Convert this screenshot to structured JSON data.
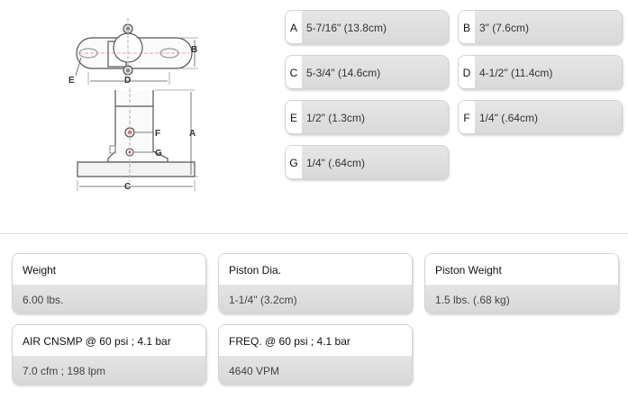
{
  "diagram": {
    "labels": {
      "A": "A",
      "B": "B",
      "C": "C",
      "D": "D",
      "E": "E",
      "F": "F",
      "G": "G"
    }
  },
  "dimensions": [
    {
      "letter": "A",
      "value": "5-7/16\" (13.8cm)"
    },
    {
      "letter": "B",
      "value": "3\" (7.6cm)"
    },
    {
      "letter": "C",
      "value": "5-3/4\" (14.6cm)"
    },
    {
      "letter": "D",
      "value": "4-1/2\" (11.4cm)"
    },
    {
      "letter": "E",
      "value": "1/2\" (1.3cm)"
    },
    {
      "letter": "F",
      "value": "1/4\" (.64cm)"
    },
    {
      "letter": "G",
      "value": "1/4\" (.64cm)"
    }
  ],
  "specs": [
    {
      "label": "Weight",
      "value": "6.00 lbs."
    },
    {
      "label": "Piston Dia.",
      "value": "1-1/4\" (3.2cm)"
    },
    {
      "label": "Piston Weight",
      "value": "1.5 lbs. (.68 kg)"
    },
    {
      "label": "AIR CNSMP @ 60 psi ; 4.1 bar",
      "value": "7.0 cfm ; 198 lpm"
    },
    {
      "label": "FREQ. @ 60 psi ; 4.1 bar",
      "value": "4640 VPM"
    }
  ]
}
